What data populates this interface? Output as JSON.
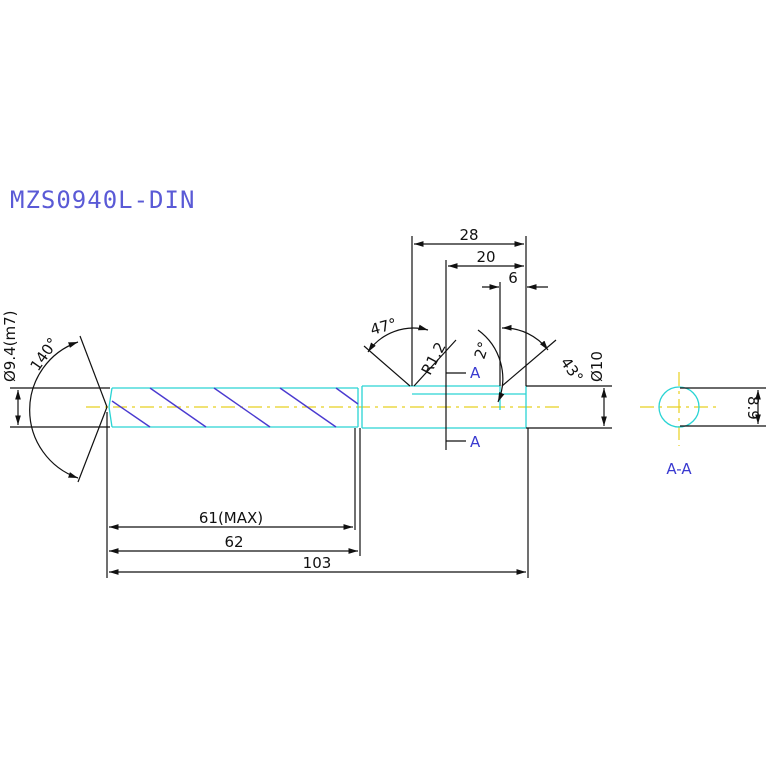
{
  "drawing": {
    "title": "MZS0940L-DIN",
    "colors": {
      "title": "#5a5ad6",
      "outline": "#2ad4d4",
      "dimension": "#111111",
      "flute": "#4a3ad0",
      "centerline": "#e8d020"
    },
    "dimensions": {
      "diameter_tip": "Ø9.4(m7)",
      "point_angle": "140°",
      "angle_47": "47°",
      "radius": "R1.2",
      "angle_2": "2°",
      "angle_43": "43°",
      "diameter_shank": "Ø10",
      "len_28": "28",
      "len_20": "20",
      "len_6": "6",
      "flute_len": "61(MAX)",
      "body_len": "62",
      "overall_len": "103",
      "section_dim": "8.9"
    },
    "section": {
      "marker_top": "A",
      "marker_bottom": "A",
      "label": "A-A"
    }
  }
}
